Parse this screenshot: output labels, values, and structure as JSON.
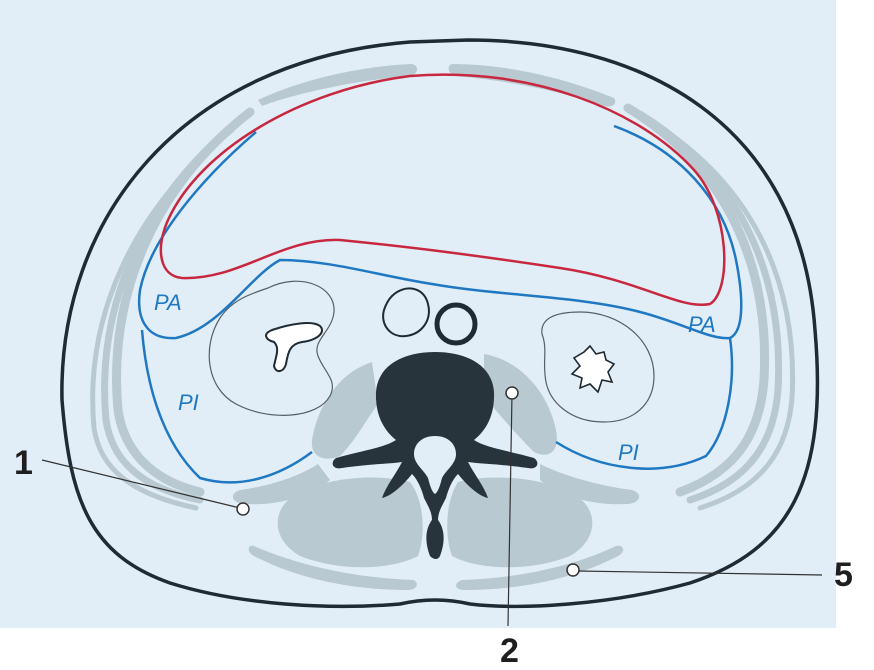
{
  "colors": {
    "background_panel": "#e1eef7",
    "body_outline": "#1f2a33",
    "muscle_gray": "#b9c9d2",
    "spine_dark": "#27343c",
    "peritoneum_red": "#c8283f",
    "fascia_blue": "#1f78c1",
    "organ_outline": "#555f66",
    "pointer_line": "#333333",
    "page_background": "#ffffff"
  },
  "labels": {
    "pa_left": "PA",
    "pa_right": "PA",
    "pi_left": "PI",
    "pi_right": "PI"
  },
  "callouts": {
    "one": "1",
    "two": "2",
    "five": "5"
  }
}
